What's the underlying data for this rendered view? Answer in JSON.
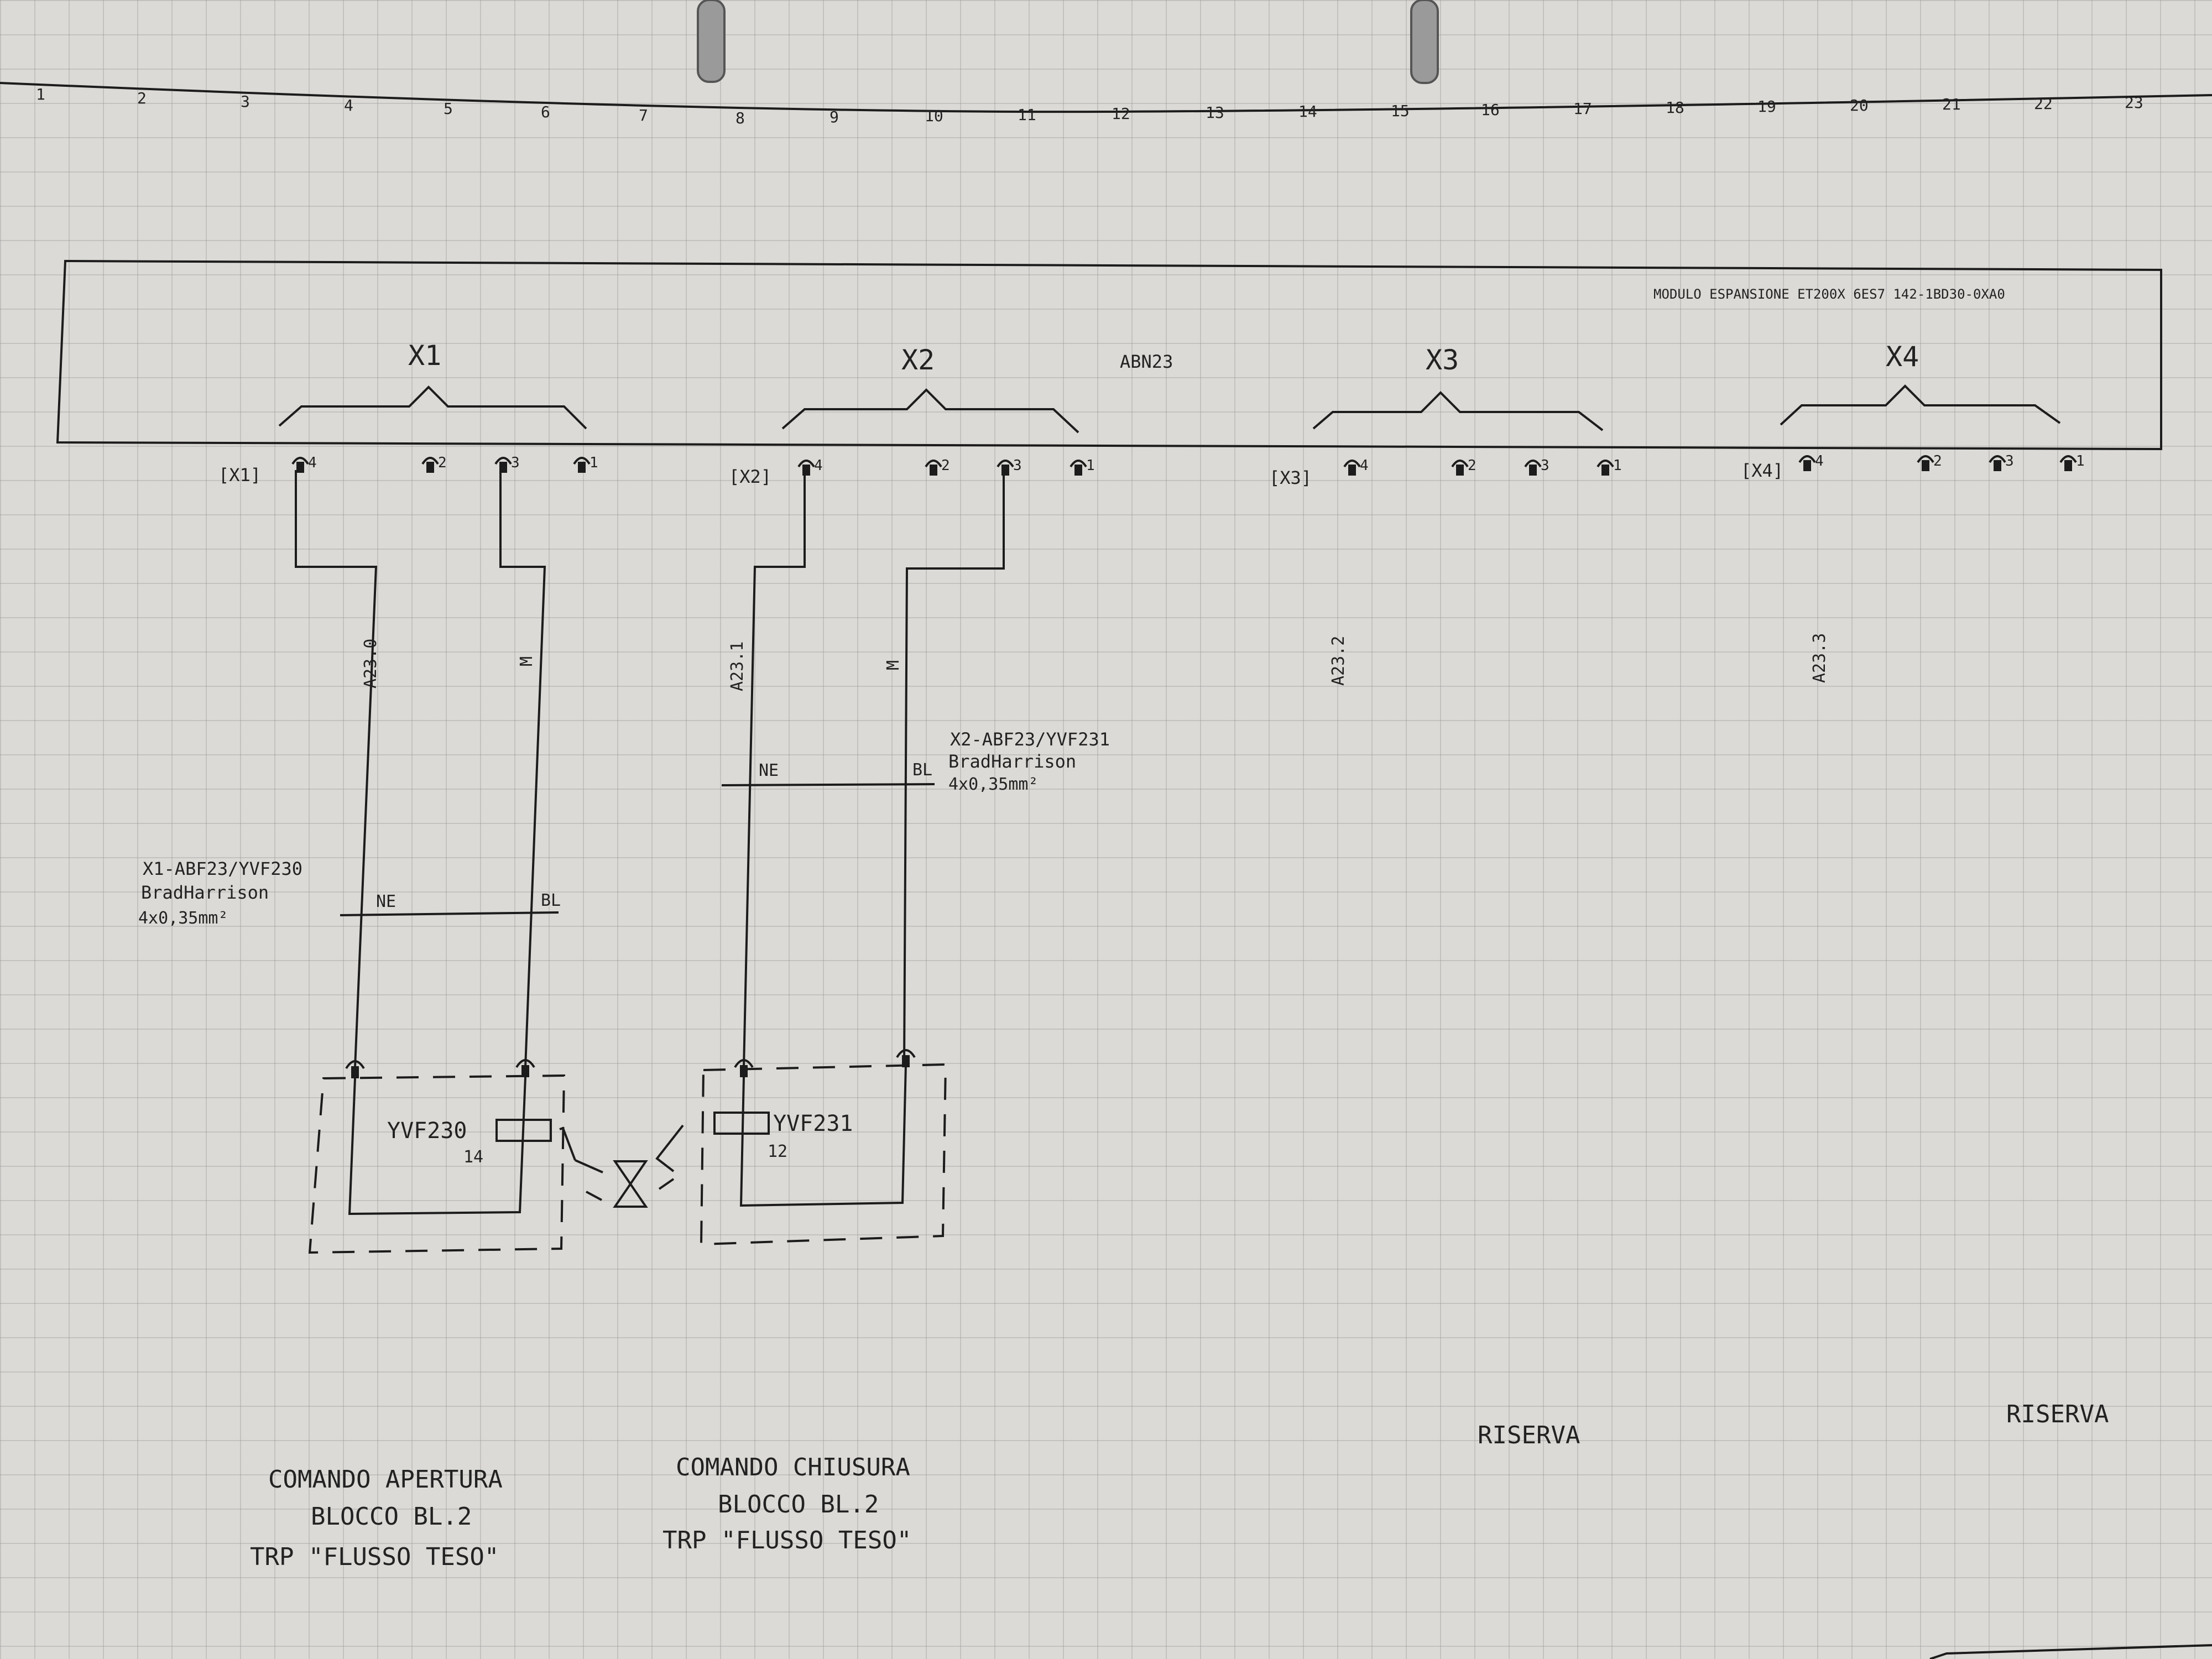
{
  "column_numbers": [
    "1",
    "2",
    "3",
    "4",
    "5",
    "6",
    "7",
    "8",
    "9",
    "10",
    "11",
    "12",
    "13",
    "14",
    "15",
    "16",
    "17",
    "18",
    "19",
    "20",
    "21",
    "22",
    "23"
  ],
  "module": {
    "description": "MODULO ESPANSIONE ET200X 6ES7 142-1BD30-0XA0",
    "id": "ABN23",
    "connectors": [
      {
        "name": "X1",
        "ref": "[X1]",
        "pins": [
          "4",
          "2",
          "3",
          "1"
        ]
      },
      {
        "name": "X2",
        "ref": "[X2]",
        "pins": [
          "4",
          "2",
          "3",
          "1"
        ]
      },
      {
        "name": "X3",
        "ref": "[X3]",
        "pins": [
          "4",
          "2",
          "3",
          "1"
        ]
      },
      {
        "name": "X4",
        "ref": "[X4]",
        "pins": [
          "4",
          "2",
          "3",
          "1"
        ]
      }
    ]
  },
  "wires": {
    "x1_signal": "A23.0",
    "x1_common": "M",
    "x2_signal": "A23.1",
    "x2_common": "M",
    "x3_signal": "A23.2",
    "x4_signal": "A23.3"
  },
  "cables": {
    "c1": {
      "name": "X1-ABF23/YVF230",
      "maker": "BradHarrison",
      "spec": "4x0,35mm²",
      "core_left": "NE",
      "core_right": "BL"
    },
    "c2": {
      "name": "X2-ABF23/YVF231",
      "maker": "BradHarrison",
      "spec": "4x0,35mm²",
      "core_left": "NE",
      "core_right": "BL"
    }
  },
  "solenoids": {
    "s1": {
      "name": "YVF230",
      "pin": "14"
    },
    "s2": {
      "name": "YVF231",
      "pin": "12"
    }
  },
  "captions": {
    "c1": [
      "COMANDO APERTURA",
      "BLOCCO BL.2",
      "TRP \"FLUSSO TESO\""
    ],
    "c2": [
      "COMANDO CHIUSURA",
      "BLOCCO BL.2",
      "TRP \"FLUSSO TESO\""
    ],
    "c3": "RISERVA",
    "c4": "RISERVA"
  }
}
